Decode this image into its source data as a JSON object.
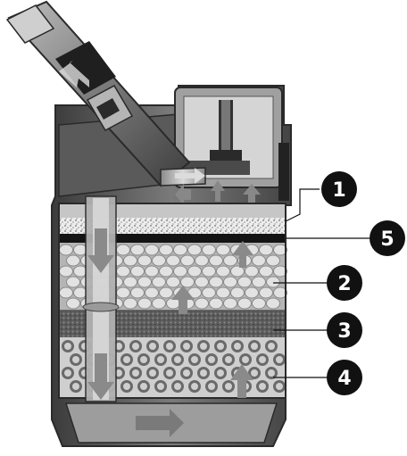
{
  "diagram": {
    "callouts": [
      {
        "id": "1",
        "label": "1"
      },
      {
        "id": "5",
        "label": "5"
      },
      {
        "id": "2",
        "label": "2"
      },
      {
        "id": "3",
        "label": "3"
      },
      {
        "id": "4",
        "label": "4"
      }
    ],
    "colors": {
      "housing_dark": "#3f3f3f",
      "housing_mid": "#6e6e6e",
      "housing_light": "#9a9a9a",
      "chamber_bg": "#cfcfcf",
      "ceramic_pebble": "#dcdcdc",
      "foam": "#6a6a6a",
      "sponge_top": "#e8e8e8",
      "black_layer": "#141414",
      "arrow_gray": "#7a7a7a",
      "badge": "#111111",
      "badge_text": "#ffffff"
    }
  }
}
